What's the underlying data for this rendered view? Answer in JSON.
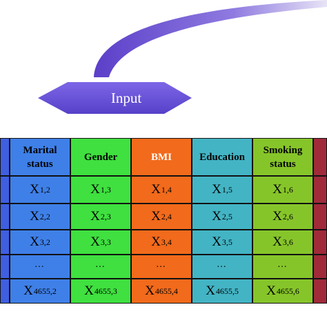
{
  "input_label": "Input",
  "headers": [
    {
      "lines": [
        "Marital",
        "status"
      ]
    },
    {
      "lines": [
        "Gender"
      ]
    },
    {
      "lines": [
        "BMI"
      ]
    },
    {
      "lines": [
        "Education"
      ]
    },
    {
      "lines": [
        "Smoking",
        "status"
      ]
    }
  ],
  "rows": [
    [
      {
        "base": "X",
        "sub": "1,2"
      },
      {
        "base": "X",
        "sub": "1,3"
      },
      {
        "base": "X",
        "sub": "1,4"
      },
      {
        "base": "X",
        "sub": "1,5"
      },
      {
        "base": "X",
        "sub": "1,6"
      }
    ],
    [
      {
        "base": "X",
        "sub": "2,2"
      },
      {
        "base": "X",
        "sub": "2,3"
      },
      {
        "base": "X",
        "sub": "2,4"
      },
      {
        "base": "X",
        "sub": "2,5"
      },
      {
        "base": "X",
        "sub": "2,6"
      }
    ],
    [
      {
        "base": "X",
        "sub": "3,2"
      },
      {
        "base": "X",
        "sub": "3,3"
      },
      {
        "base": "X",
        "sub": "3,4"
      },
      {
        "base": "X",
        "sub": "3,5"
      },
      {
        "base": "X",
        "sub": "3,6"
      }
    ],
    [
      {
        "text": "…"
      },
      {
        "text": "…"
      },
      {
        "text": "…"
      },
      {
        "text": "…"
      },
      {
        "text": "…"
      }
    ],
    [
      {
        "base": "X",
        "sub": "4655,2"
      },
      {
        "base": "X",
        "sub": "4655,3"
      },
      {
        "base": "X",
        "sub": "4655,4"
      },
      {
        "base": "X",
        "sub": "4655,5"
      },
      {
        "base": "X",
        "sub": "4655,6"
      }
    ]
  ],
  "colors": {
    "input_arrow": "#6a52d8",
    "curve": "#5a3fc8",
    "left_edge_column": "#3f5fe0",
    "marital_status": "#3f80e8",
    "gender": "#3fe03f",
    "bmi": "#f26a1b",
    "education": "#43b4c4",
    "smoking_status": "#86c52a",
    "right_edge_column": "#a02a3a"
  }
}
